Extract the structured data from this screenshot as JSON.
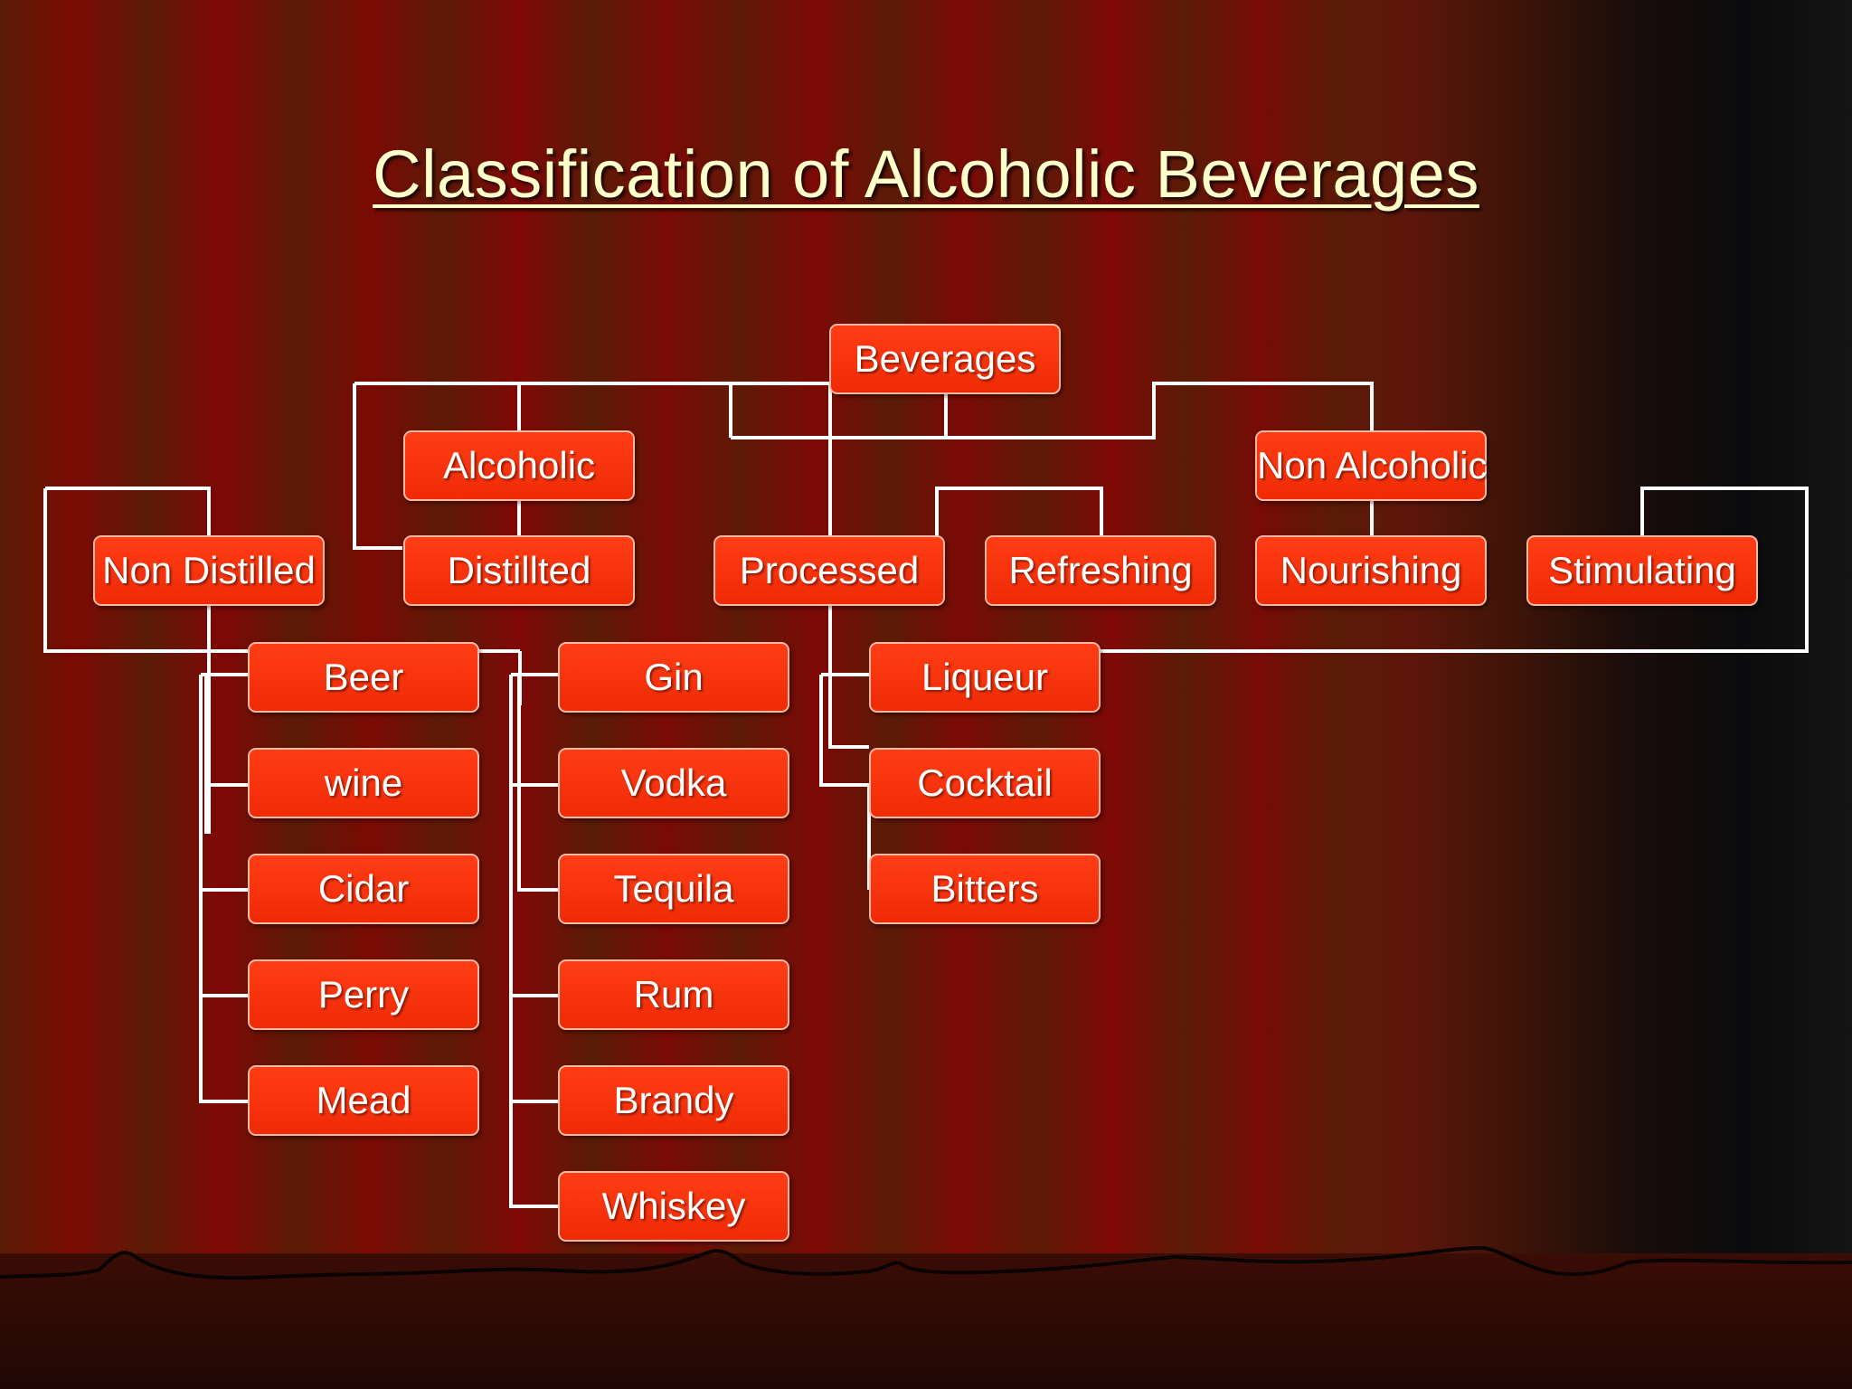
{
  "title": "Classification of Alcoholic Beverages",
  "colors": {
    "node_fill": "#ff3d14",
    "line": "#ffffff",
    "title": "#ffffcc"
  },
  "nodes": {
    "beverages": "Beverages",
    "alcoholic": "Alcoholic",
    "non_alcoholic": "Non Alcoholic",
    "non_distilled": "Non Distilled",
    "distilled": "Distillted",
    "processed": "Processed",
    "refreshing": "Refreshing",
    "nourishing": "Nourishing",
    "stimulating": "Stimulating"
  },
  "non_distilled_items": [
    "Beer",
    "wine",
    "Cidar",
    "Perry",
    "Mead"
  ],
  "distilled_items": [
    "Gin",
    "Vodka",
    "Tequila",
    "Rum",
    "Brandy",
    "Whiskey"
  ],
  "processed_items": [
    "Liqueur",
    "Cocktail",
    "Bitters"
  ]
}
